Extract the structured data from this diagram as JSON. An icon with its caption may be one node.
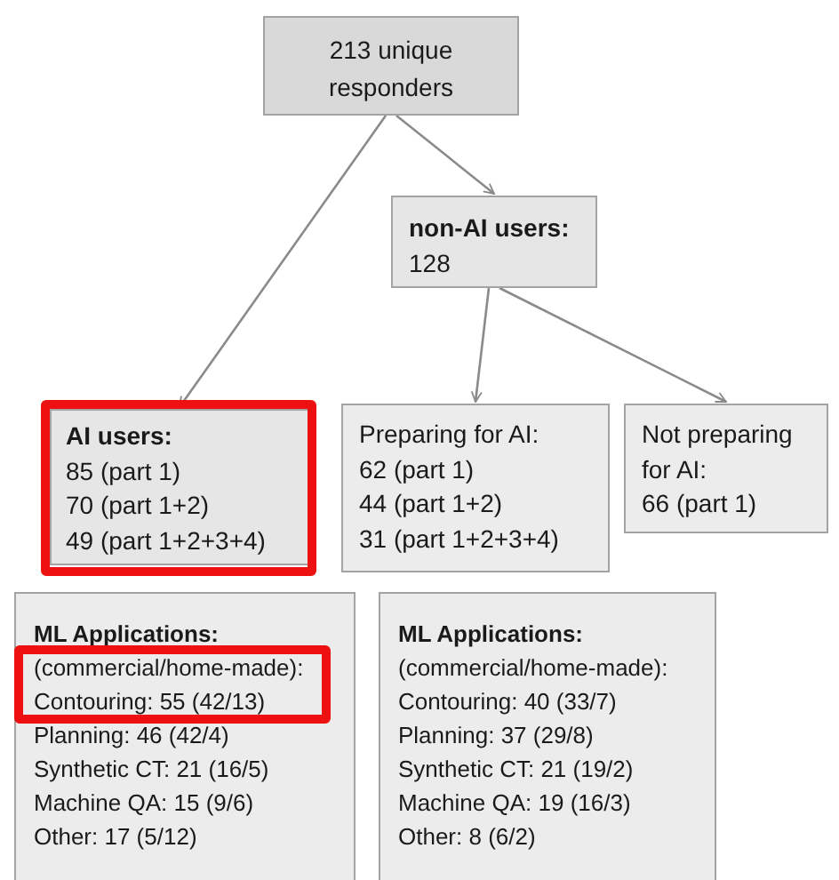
{
  "diagram": {
    "nodes": [
      {
        "text": [
          "213 unique responders"
        ]
      },
      {
        "text": [
          "non-AI users:",
          "128"
        ]
      },
      {
        "text": [
          "AI users:",
          "85 (part 1)",
          "70 (part 1+2)",
          "49 (part 1+2+3+4)"
        ]
      },
      {
        "text": [
          "Preparing for AI:",
          "62 (part 1)",
          "44 (part 1+2)",
          "31 (part 1+2+3+4)"
        ]
      },
      {
        "text": [
          "Not preparing for AI:",
          "66 (part 1)"
        ]
      },
      {
        "text": [
          "ML Applications:",
          "(commercial/home-made):",
          "Contouring: 55 (42/13)",
          "Planning: 46 (42/4)",
          "Synthetic CT: 21 (16/5)",
          "Machine QA: 15 (9/6)",
          "Other: 17 (5/12)"
        ]
      },
      {
        "text": [
          "ML Applications:",
          "(commercial/home-made):",
          "Contouring: 40 (33/7)",
          "Planning: 37 (29/8)",
          "Synthetic CT: 21 (19/2)",
          "Machine QA: 19 (16/3)",
          "Other: 8 (6/2)"
        ]
      }
    ],
    "edges": [
      {
        "from": 0,
        "to": 2,
        "arrow": "to"
      },
      {
        "from": 0,
        "to": 1,
        "arrow": "to"
      },
      {
        "from": 1,
        "to": 3,
        "arrow": "to"
      },
      {
        "from": 1,
        "to": 4,
        "arrow": "to"
      }
    ]
  }
}
